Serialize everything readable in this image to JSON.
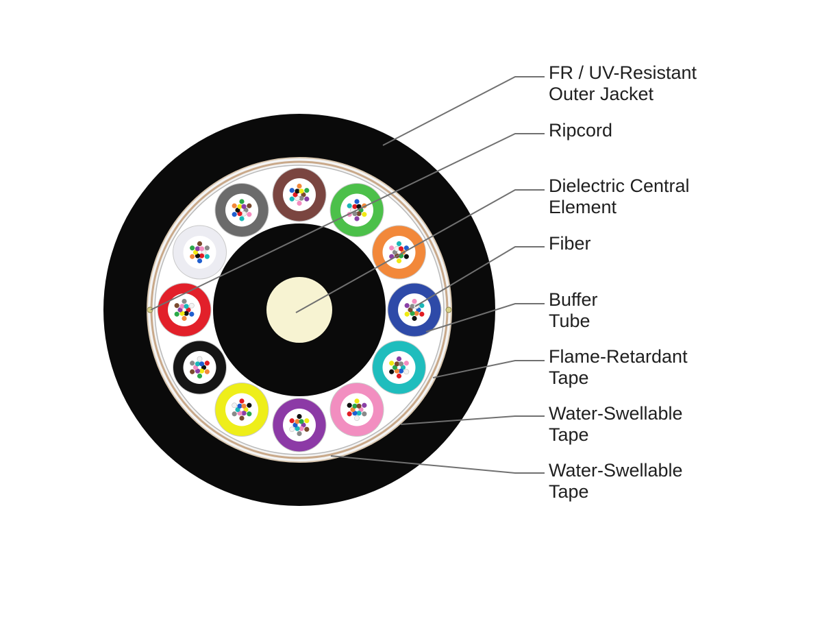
{
  "callouts": [
    {
      "lines": [
        "FR / UV-Resistant",
        "Outer Jacket"
      ]
    },
    {
      "lines": [
        "Ripcord"
      ]
    },
    {
      "lines": [
        "Dielectric Central",
        "Element"
      ]
    },
    {
      "lines": [
        "Fiber"
      ]
    },
    {
      "lines": [
        "Buffer",
        "Tube"
      ]
    },
    {
      "lines": [
        "Flame-Retardant",
        "Tape"
      ]
    },
    {
      "lines": [
        "Water-Swellable",
        "Tape"
      ]
    },
    {
      "lines": [
        "Water-Swellable",
        "Tape"
      ]
    }
  ],
  "colors": {
    "jacket": "#0a0a0a",
    "inner_core": "#0a0a0a",
    "central_element": "#f7f3d2",
    "leader_line": "#707070",
    "label_text": "#1f1f1f",
    "fiber_palette": [
      "#1f5fd0",
      "#f2883a",
      "#2aa84a",
      "#7a4a2e",
      "#8a8a8a",
      "#f2f2f2",
      "#e21b23",
      "#111111",
      "#f0ea12",
      "#8a3fa6",
      "#f48cc0",
      "#1ab8b8"
    ]
  },
  "buffer_tubes": [
    {
      "color_name": "blue",
      "color": "#2e4aa8"
    },
    {
      "color_name": "orange",
      "color": "#f2883a"
    },
    {
      "color_name": "green",
      "color": "#4cc04a"
    },
    {
      "color_name": "brown",
      "color": "#7a4540"
    },
    {
      "color_name": "slate",
      "color": "#6b6b6b"
    },
    {
      "color_name": "white",
      "color": "#ececf2"
    },
    {
      "color_name": "red",
      "color": "#e2202a"
    },
    {
      "color_name": "black",
      "color": "#151515"
    },
    {
      "color_name": "yellow",
      "color": "#eeee1a"
    },
    {
      "color_name": "violet",
      "color": "#8c3aa6"
    },
    {
      "color_name": "rose",
      "color": "#f28ec0"
    },
    {
      "color_name": "aqua",
      "color": "#1fbdbd"
    }
  ]
}
